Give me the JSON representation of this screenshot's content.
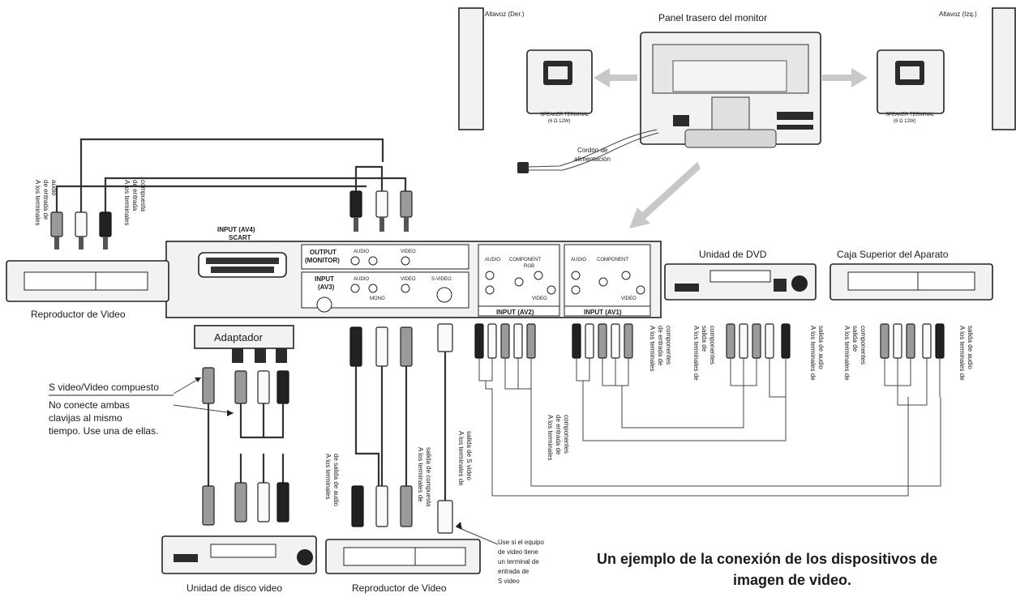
{
  "speaker_right_label": "Altavoz (Der.)",
  "speaker_left_label": "Altavoz (Izq.)",
  "monitor_back_label": "Panel trasero del monitor",
  "speaker_terminal_label": "SPEAKER TERMINAL",
  "speaker_terminal_sub": "(6 Ω 12W)",
  "power_cord_label": [
    "Cordón de",
    "alimentación"
  ],
  "panel": {
    "scart_title": [
      "INPUT (AV4)",
      "SCART"
    ],
    "output_label": [
      "OUTPUT",
      "(MONITOR)"
    ],
    "input_av3_label": [
      "INPUT",
      "(AV3)"
    ],
    "audio_label": "AUDIO",
    "video_label": "VIDEO",
    "mono_label": "MONO",
    "svideo_label": "S-VIDEO",
    "component_label": "COMPONENT",
    "rgb_label": "RGB",
    "input_av2_label": "INPUT (AV2)",
    "input_av1_label": "INPUT (AV1)"
  },
  "vcr_left": {
    "label": "Reproductor de Video",
    "note": [
      "A los terminales",
      "de entrada de",
      "audio"
    ],
    "note2": [
      "A los terminales",
      "de entrada",
      "compuesta"
    ]
  },
  "adapter_label": "Adaptador",
  "svideo_note": {
    "title": "S video/Video compuesto",
    "lines": [
      "No conecte ambas",
      "clavijas al mismo",
      "tiempo. Use una de ellas."
    ]
  },
  "dvd_bottom_label": "Unidad de disco video",
  "vcr_bottom": {
    "label": "Reproductor de Video",
    "note_audio": [
      "A los terminales",
      "de salida de audio"
    ],
    "note_composite": [
      "A los terminales de",
      "salida de compuesta"
    ],
    "note_svideo": [
      "A los terminales de",
      "salida de S video"
    ],
    "use_note": [
      "Use si el equipo",
      "de video tiene",
      "un terminal de",
      "entrada de",
      "S video"
    ]
  },
  "av2_note": [
    "A los terminales",
    "de entrada de",
    "componentes"
  ],
  "dvd_unit": {
    "label": "Unidad de DVD",
    "note_comp_in": [
      "A los terminales",
      "de entrada de",
      "componentes"
    ],
    "note_comp_out": [
      "A los terminales de",
      "salida de",
      "componentes"
    ],
    "note_audio": [
      "A los terminales de",
      "salida de audio"
    ]
  },
  "stb": {
    "label": "Caja Superior del Aparato",
    "note_comp_out": [
      "A los terminales de",
      "salida de",
      "componentes"
    ],
    "note_audio": [
      "A los terminales de",
      "salida de audio"
    ]
  },
  "caption": [
    "Un ejemplo de la conexión de los dispositivos de",
    "imagen de video."
  ]
}
